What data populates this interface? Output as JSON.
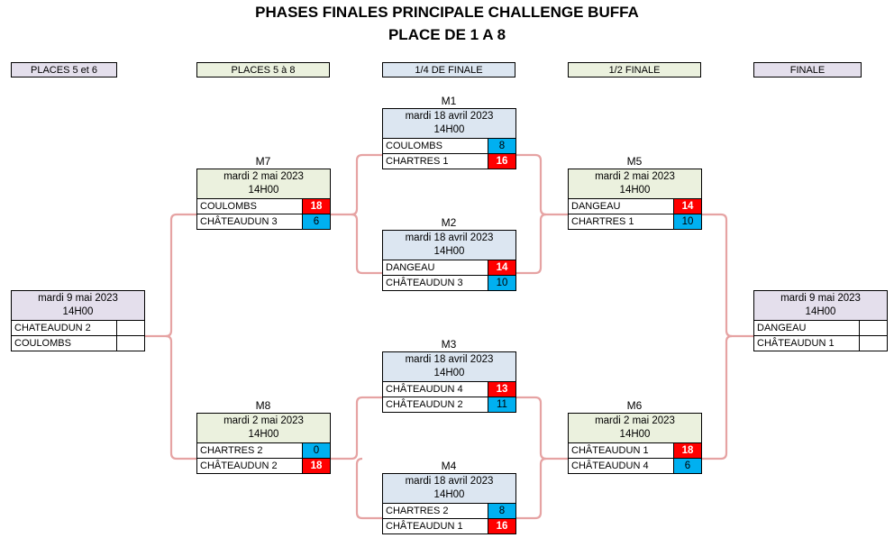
{
  "title": {
    "line1": "PHASES FINALES PRINCIPALE CHALLENGE BUFFA",
    "line2": "PLACE DE 1 A 8"
  },
  "phases": {
    "places56": "PLACES 5 et 6",
    "places58": "PLACES 5 à 8",
    "quarter": "1/4 DE FINALE",
    "semi": "1/2 FINALE",
    "final": "FINALE"
  },
  "colors": {
    "win": "#ff0000",
    "lose": "#00b0f0",
    "header_quarter": "#dce6f1",
    "header_group": "#ebf1de",
    "header_final": "#e4dfec",
    "connector": "#e6a3a3"
  },
  "matches": {
    "m1": {
      "label": "M1",
      "date": "mardi 18 avril 2023",
      "time": "14H00",
      "team1": "COULOMBS",
      "score1": "8",
      "team2": "CHARTRES 1",
      "score2": "16"
    },
    "m2": {
      "label": "M2",
      "date": "mardi 18 avril 2023",
      "time": "14H00",
      "team1": "DANGEAU",
      "score1": "14",
      "team2": "CHÂTEAUDUN 3",
      "score2": "10"
    },
    "m3": {
      "label": "M3",
      "date": "mardi 18 avril 2023",
      "time": "14H00",
      "team1": "CHÂTEAUDUN 4",
      "score1": "13",
      "team2": "CHÂTEAUDUN 2",
      "score2": "11"
    },
    "m4": {
      "label": "M4",
      "date": "mardi 18 avril 2023",
      "time": "14H00",
      "team1": "CHARTRES 2",
      "score1": "8",
      "team2": "CHÂTEAUDUN 1",
      "score2": "16"
    },
    "m5": {
      "label": "M5",
      "date": "mardi 2 mai 2023",
      "time": "14H00",
      "team1": "DANGEAU",
      "score1": "14",
      "team2": "CHARTRES 1",
      "score2": "10"
    },
    "m6": {
      "label": "M6",
      "date": "mardi 2 mai 2023",
      "time": "14H00",
      "team1": "CHÂTEAUDUN 1",
      "score1": "18",
      "team2": "CHÂTEAUDUN 4",
      "score2": "6"
    },
    "m7": {
      "label": "M7",
      "date": "mardi 2 mai 2023",
      "time": "14H00",
      "team1": "COULOMBS",
      "score1": "18",
      "team2": "CHÂTEAUDUN 3",
      "score2": "6"
    },
    "m8": {
      "label": "M8",
      "date": "mardi 2 mai 2023",
      "time": "14H00",
      "team1": "CHARTRES 2",
      "score1": "0",
      "team2": "CHÂTEAUDUN 2",
      "score2": "18"
    },
    "p56": {
      "date": "mardi 9 mai 2023",
      "time": "14H00",
      "team1": "CHATEAUDUN 2",
      "score1": "",
      "team2": "COULOMBS",
      "score2": ""
    },
    "final": {
      "date": "mardi 9 mai 2023",
      "time": "14H00",
      "team1": "DANGEAU",
      "score1": "",
      "team2": "CHÂTEAUDUN 1",
      "score2": ""
    }
  }
}
